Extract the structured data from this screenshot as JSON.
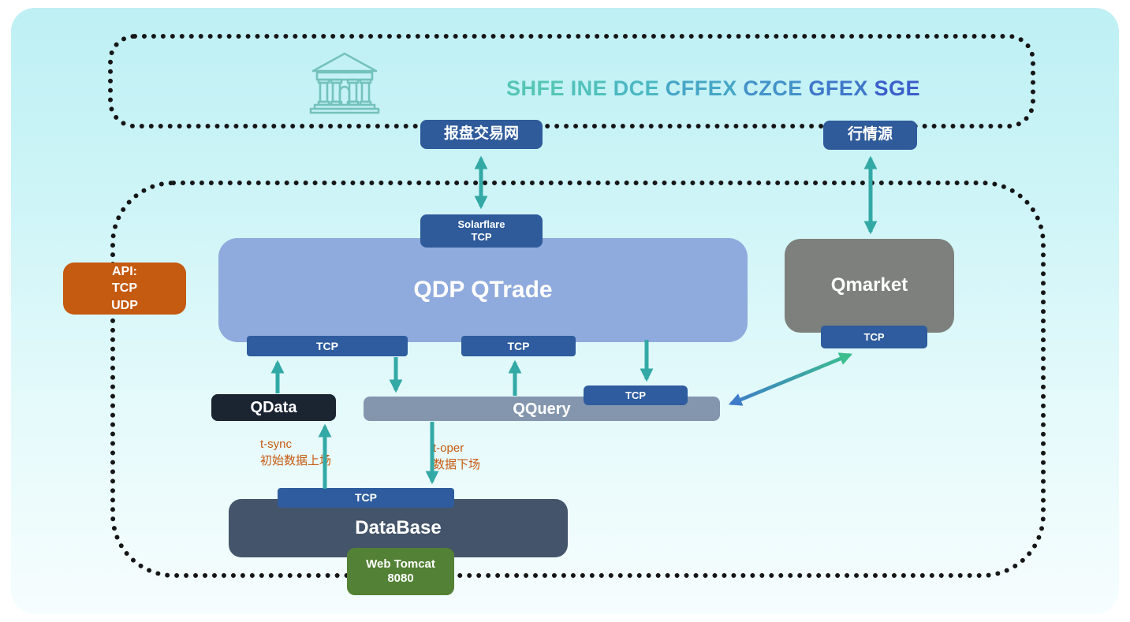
{
  "exchanges": {
    "items": [
      {
        "label": "SHFE",
        "color": "#56C6B4"
      },
      {
        "label": "INE",
        "color": "#51C2BB"
      },
      {
        "label": "DCE",
        "color": "#4BB8C2"
      },
      {
        "label": "CFFEX",
        "color": "#46A6C6"
      },
      {
        "label": "CZCE",
        "color": "#4492C9"
      },
      {
        "label": "GFEX",
        "color": "#3F78C9"
      },
      {
        "label": "SGE",
        "color": "#3B5FC9"
      }
    ]
  },
  "nodes": {
    "quote_gateway": {
      "label": "报盘交易网"
    },
    "market_source": {
      "label": "行情源"
    },
    "solarflare": {
      "line1": "Solarflare",
      "line2": "TCP"
    },
    "qtrade": {
      "label": "QDP QTrade"
    },
    "api": {
      "line1": "API:",
      "line2": "TCP",
      "line3": "UDP"
    },
    "tcp_left": {
      "label": "TCP"
    },
    "tcp_mid": {
      "label": "TCP"
    },
    "tcp_qquery": {
      "label": "TCP"
    },
    "qmarket": {
      "label": "Qmarket"
    },
    "qmarket_tcp": {
      "label": "TCP"
    },
    "qdata": {
      "label": "QData"
    },
    "qquery": {
      "label": "QQuery"
    },
    "db_tcp": {
      "label": "TCP"
    },
    "database": {
      "label": "DataBase"
    },
    "webtomcat": {
      "line1": "Web Tomcat",
      "line2": "8080"
    }
  },
  "annotations": {
    "t_sync": {
      "line1": "t-sync",
      "line2": "初始数据上场"
    },
    "t_oper": {
      "line1": "t-oper",
      "line2": "数据下场"
    }
  },
  "colors": {
    "dark_blue": "#2F5B9B",
    "tcp_blue": "#2E5C9E",
    "periwinkle": "#8FAADC",
    "orange": "#C55A11",
    "near_black": "#1B2431",
    "blue_gray": "#8496AE",
    "slate": "#44546A",
    "green": "#538135",
    "gray": "#7D807C",
    "teal_arrow": "#33A9A6",
    "arrow_green": "#3CBE8E",
    "arrow_blue": "#3E7CC9",
    "bank_icon": "#74C2BC",
    "background_top": "#BEF0F4",
    "background_bottom": "#F6FDFE"
  }
}
